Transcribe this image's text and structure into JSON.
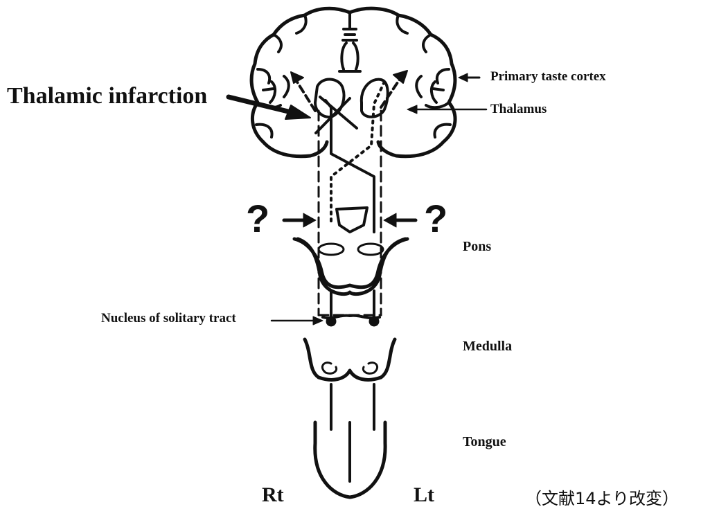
{
  "labels": {
    "thalamic_infarction": "Thalamic infarction",
    "primary_taste_cortex": "Primary taste cortex",
    "thalamus": "Thalamus",
    "pons": "Pons",
    "nucleus_solitary_tract": "Nucleus of solitary tract",
    "medulla": "Medulla",
    "tongue": "Tongue",
    "right": "Rt",
    "left": "Lt",
    "question_left": "?",
    "question_right": "?",
    "citation": "（文献14より改変）"
  },
  "colors": {
    "ink": "#111111",
    "background": "#ffffff"
  }
}
